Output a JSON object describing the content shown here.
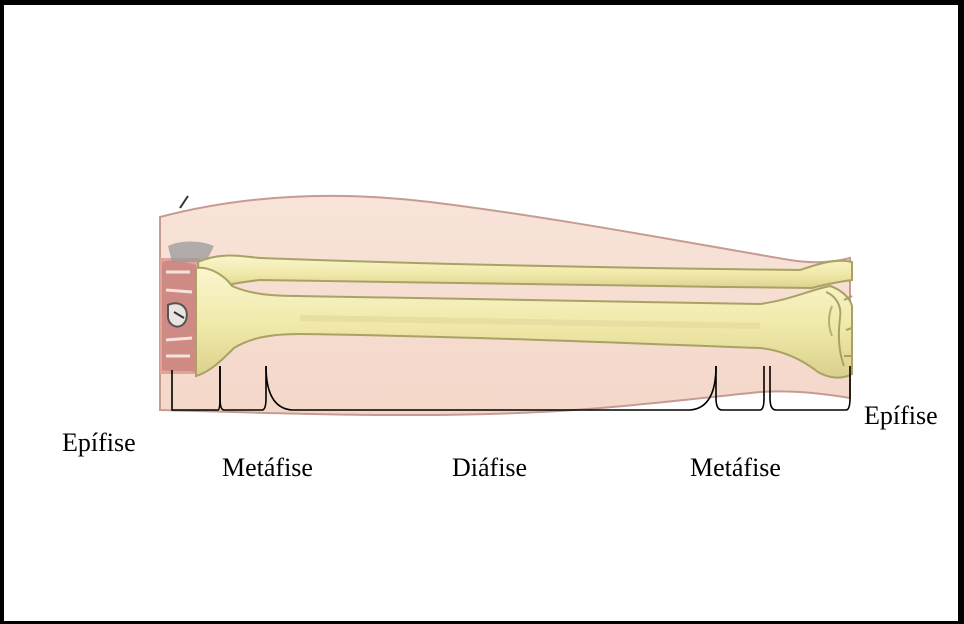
{
  "labels": {
    "epiphysis_left": "Epífise",
    "metaphysis_left": "Metáfise",
    "diaphysis": "Diáfise",
    "metaphysis_right": "Metáfise",
    "epiphysis_right": "Epífise"
  },
  "colors": {
    "frame": "#000000",
    "soft_tissue": "#f6ddd0",
    "soft_tissue_outline": "#c59c92",
    "bone": "#f2ecb0",
    "bone_outline": "#a9a264",
    "bone_shade": "#d8d090",
    "joint_tissue": "#d98d86",
    "brace_lines": "#000000"
  }
}
